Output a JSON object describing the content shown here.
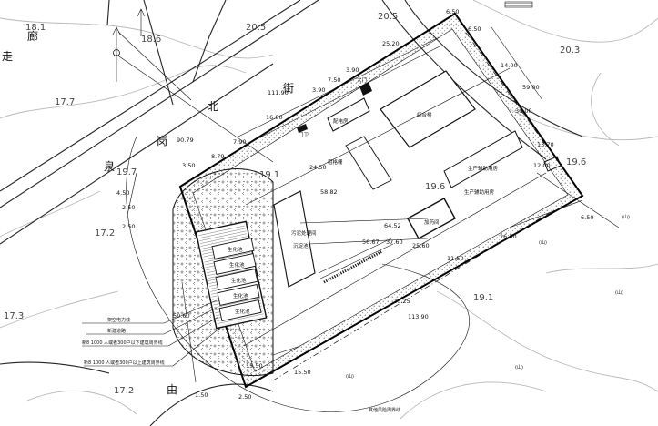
{
  "elevations": [
    {
      "id": "e1",
      "text": "18.1"
    },
    {
      "id": "e2",
      "text": "18.6"
    },
    {
      "id": "e3",
      "text": "20.5"
    },
    {
      "id": "e4",
      "text": "20.5"
    },
    {
      "id": "e5",
      "text": "20.3"
    },
    {
      "id": "e6",
      "text": "17.7"
    },
    {
      "id": "e7",
      "text": "19.1"
    },
    {
      "id": "e8",
      "text": "19.6"
    },
    {
      "id": "e9",
      "text": "19.6"
    },
    {
      "id": "e10",
      "text": "17.2"
    },
    {
      "id": "e11",
      "text": "19.1"
    },
    {
      "id": "e12",
      "text": "17.3"
    },
    {
      "id": "e13",
      "text": "17.2"
    },
    {
      "id": "e14",
      "text": "19.7"
    }
  ],
  "street_chars": {
    "s1": "走",
    "s2": "廊",
    "s3": "街",
    "s4": "北",
    "s5": "岗",
    "s6": "泉",
    "s7": "由"
  },
  "dimensions": {
    "d1": "6.50",
    "d2": "25.20",
    "d3": "111.90",
    "d4": "3.90",
    "d5": "7.50",
    "d6": "3.90",
    "d7": "16.80",
    "d8": "7.90",
    "d9": "8.79",
    "d10": "58.82",
    "d11": "24.50",
    "d12": "64.52",
    "d13": "56.67",
    "d14": "37.60",
    "d15": "25.60",
    "d16": "11.50",
    "d17": "26.50",
    "d18": "26.25",
    "d19": "113.90",
    "d20": "15.50",
    "d21": "50.60",
    "d22": "4.50",
    "d23": "2.50",
    "d24": "2.50",
    "d25": "90.79",
    "d26": "59.00",
    "d27": "14.00",
    "d28": "30.00",
    "d29": "6.50",
    "d30": "15.50",
    "d31": "2.50",
    "d32": "13.70",
    "d33": "6.50",
    "d34": "12.00",
    "d35": "1.50",
    "d36": "3.50"
  },
  "building_labels": {
    "b1": "综合楼",
    "b2": "生产辅助用房",
    "b3": "加药间",
    "b4": "生产辅助用房",
    "b5": "污泥处理间",
    "b6": "沉淀池",
    "b7": "生化池",
    "b8": "生化池",
    "b9": "生化池",
    "b10": "生化池",
    "b11": "生化池",
    "b12": "配电房",
    "b13": "门卫",
    "b14": "大门",
    "b15": "粗格栅"
  },
  "legend": [
    {
      "id": "l1",
      "text": "架空电力线"
    },
    {
      "id": "l2",
      "text": "新建道路"
    },
    {
      "id": "l3",
      "text": "新8 1000 人或者300户以下建筑周界线"
    },
    {
      "id": "l4",
      "text": "新8 1000 人或者300户以上建筑周界线"
    }
  ],
  "bottom_note": "其他风险周界线",
  "tree_marks": {
    "m1": "(山)",
    "m2": "(山)",
    "m3": "(山)",
    "m4": "(山)",
    "m5": "(山)"
  }
}
